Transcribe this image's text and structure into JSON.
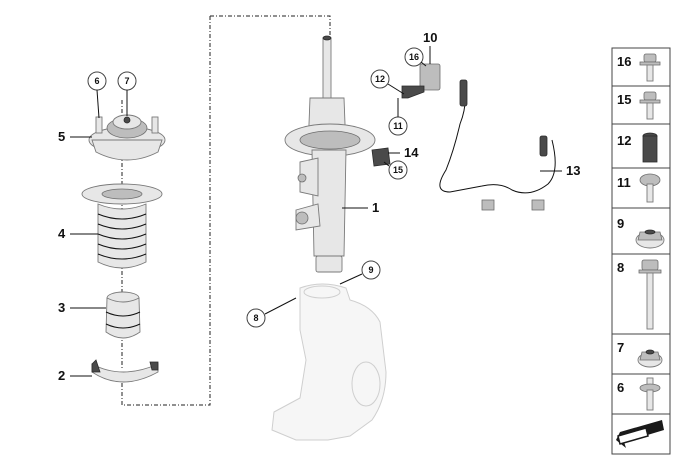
{
  "callouts": {
    "c1": "1",
    "c2": "2",
    "c3": "3",
    "c4": "4",
    "c5": "5",
    "c6": "6",
    "c7": "7",
    "c8": "8",
    "c9": "9",
    "c10": "10",
    "c11": "11",
    "c12": "12",
    "c13": "13",
    "c14": "14",
    "c15": "15",
    "c16": "16"
  },
  "parts_panel": [
    {
      "number": "16",
      "icon": "flange-bolt-icon"
    },
    {
      "number": "15",
      "icon": "flange-bolt-icon"
    },
    {
      "number": "12",
      "icon": "rubber-grommet-icon"
    },
    {
      "number": "11",
      "icon": "torx-screw-icon"
    },
    {
      "number": "9",
      "icon": "flange-nut-icon"
    },
    {
      "number": "8",
      "icon": "long-bolt-icon"
    },
    {
      "number": "7",
      "icon": "flange-nut-icon"
    },
    {
      "number": "6",
      "icon": "stud-bolt-icon"
    },
    {
      "number": "",
      "icon": "nav-arrow-icon"
    }
  ],
  "colors": {
    "line": "#111111",
    "part_fill": "#e7e7e7",
    "part_stroke": "#7a7a7a"
  }
}
